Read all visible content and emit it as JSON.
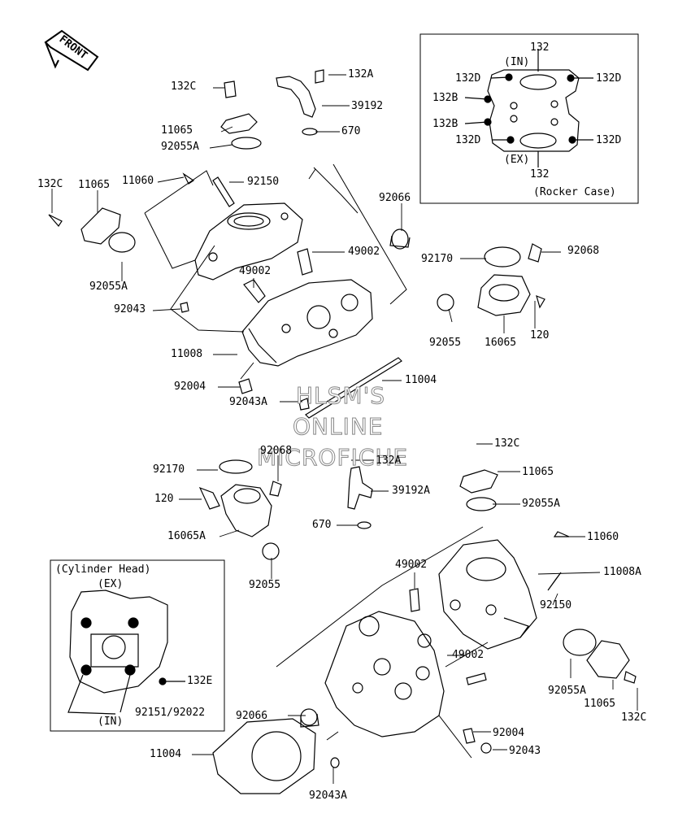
{
  "front_label": "FRONT",
  "inset_rocker": {
    "title": "(Rocker Case)",
    "in": "(IN)",
    "ex": "(EX)",
    "labels": [
      "132",
      "132",
      "132D",
      "132D",
      "132D",
      "132D",
      "132B",
      "132B"
    ]
  },
  "inset_cylinder_head": {
    "title": "(Cylinder Head)",
    "ex": "(EX)",
    "in": "(IN)",
    "label_132e": "132E",
    "label_bolts": "92151/92022"
  },
  "watermark": [
    "HLSM'S",
    "ONLINE",
    "MICROFICHE"
  ],
  "callouts": {
    "c132c_a": "132C",
    "c132a_a": "132A",
    "c39192": "39192",
    "c11065_a": "11065",
    "c670_a": "670",
    "c92055a_a": "92055A",
    "c11060_a": "11060",
    "c92150_a": "92150",
    "c132c_b": "132C",
    "c11065_b": "11065",
    "c92066_a": "92066",
    "c49002_a": "49002",
    "c92170_a": "92170",
    "c92068_a": "92068",
    "c92055a_b": "92055A",
    "c49002_b": "49002",
    "c92043_a": "92043",
    "c92055_a": "92055",
    "c16065": "16065",
    "c120_a": "120",
    "c11008": "11008",
    "c11004_a": "11004",
    "c92004_a": "92004",
    "c92043a_a": "92043A",
    "c132c_c": "132C",
    "c92068_b": "92068",
    "c132a_b": "132A",
    "c92170_b": "92170",
    "c11065_c": "11065",
    "c39192a": "39192A",
    "c120_b": "120",
    "c92055a_c": "92055A",
    "c16065a": "16065A",
    "c670_b": "670",
    "c11060_b": "11060",
    "c92055_b": "92055",
    "c49002_c": "49002",
    "c11008a": "11008A",
    "c92150_b": "92150",
    "c49002_d": "49002",
    "c92055a_d": "92055A",
    "c11065_d": "11065",
    "c132c_d": "132C",
    "c92066_b": "92066",
    "c92004_b": "92004",
    "c92043_b": "92043",
    "c11004_b": "11004",
    "c92043a_b": "92043A"
  }
}
